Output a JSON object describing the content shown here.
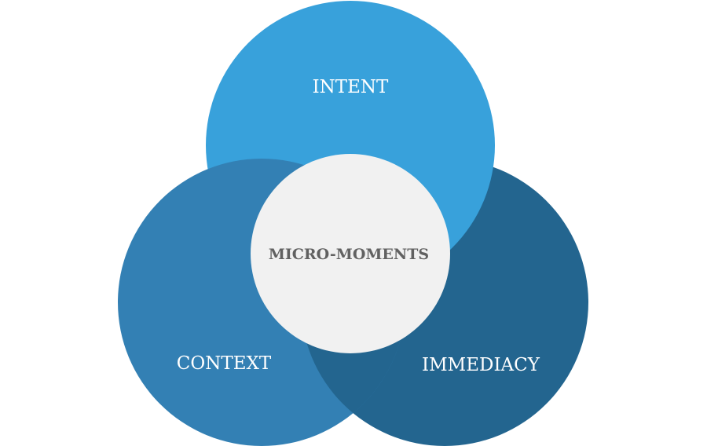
{
  "diagram": {
    "type": "venn",
    "center": {
      "label": "MICRO-MOMENTS",
      "fill": "#f1f1f1",
      "text_color": "#616161"
    },
    "circles": [
      {
        "id": "intent",
        "label": "INTENT",
        "fill": "#38a1db"
      },
      {
        "id": "context",
        "label": "CONTEXT",
        "fill": "#3380b4"
      },
      {
        "id": "immediacy",
        "label": "IMMEDIACY",
        "fill": "#23658f"
      }
    ]
  }
}
